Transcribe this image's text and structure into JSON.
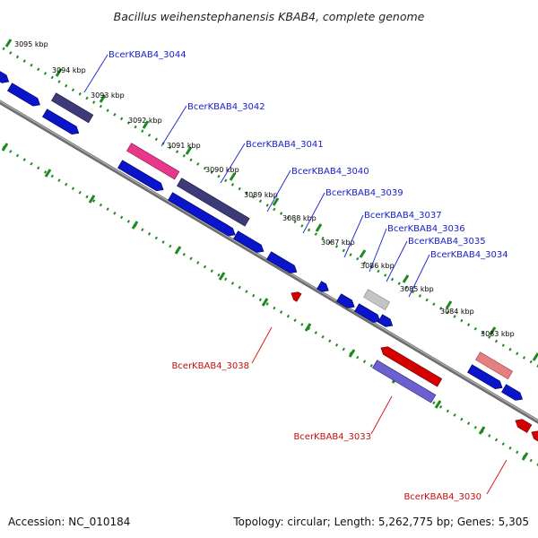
{
  "title": "Bacillus weihenstephanensis KBAB4, complete genome",
  "footer": {
    "accession": "Accession: NC_010184",
    "summary": "Topology: circular; Length: 5,262,775 bp; Genes: 5,305"
  },
  "ruler_labels": [
    "3095 kbp",
    "3094 kbp",
    "3093 kbp",
    "3092 kbp",
    "3091 kbp",
    "3090 kbp",
    "3089 kbp",
    "3088 kbp",
    "3087 kbp",
    "3086 kbp",
    "3085 kbp",
    "3084 kbp",
    "3083 kbp"
  ],
  "forward_labels": [
    "BcerKBAB4_3044",
    "BcerKBAB4_3042",
    "BcerKBAB4_3041",
    "BcerKBAB4_3040",
    "BcerKBAB4_3039",
    "BcerKBAB4_3037",
    "BcerKBAB4_3036",
    "BcerKBAB4_3035",
    "BcerKBAB4_3034"
  ],
  "reverse_labels": [
    "BcerKBAB4_3038",
    "BcerKBAB4_3033",
    "BcerKBAB4_3030"
  ],
  "colors": {
    "forward": "#0a14c8",
    "forward_label": "#1a20c8",
    "reverse": "#d40000",
    "reverse_label": "#c01010",
    "highlight_dark": "#3d3a78",
    "highlight_pink": "#e8388a",
    "highlight_gray": "#c4c4c4",
    "highlight_light_red": "#e48080",
    "highlight_lavender": "#6a60d0",
    "backbone": "#8a8a8a",
    "ruler": "#1e8a1e"
  }
}
